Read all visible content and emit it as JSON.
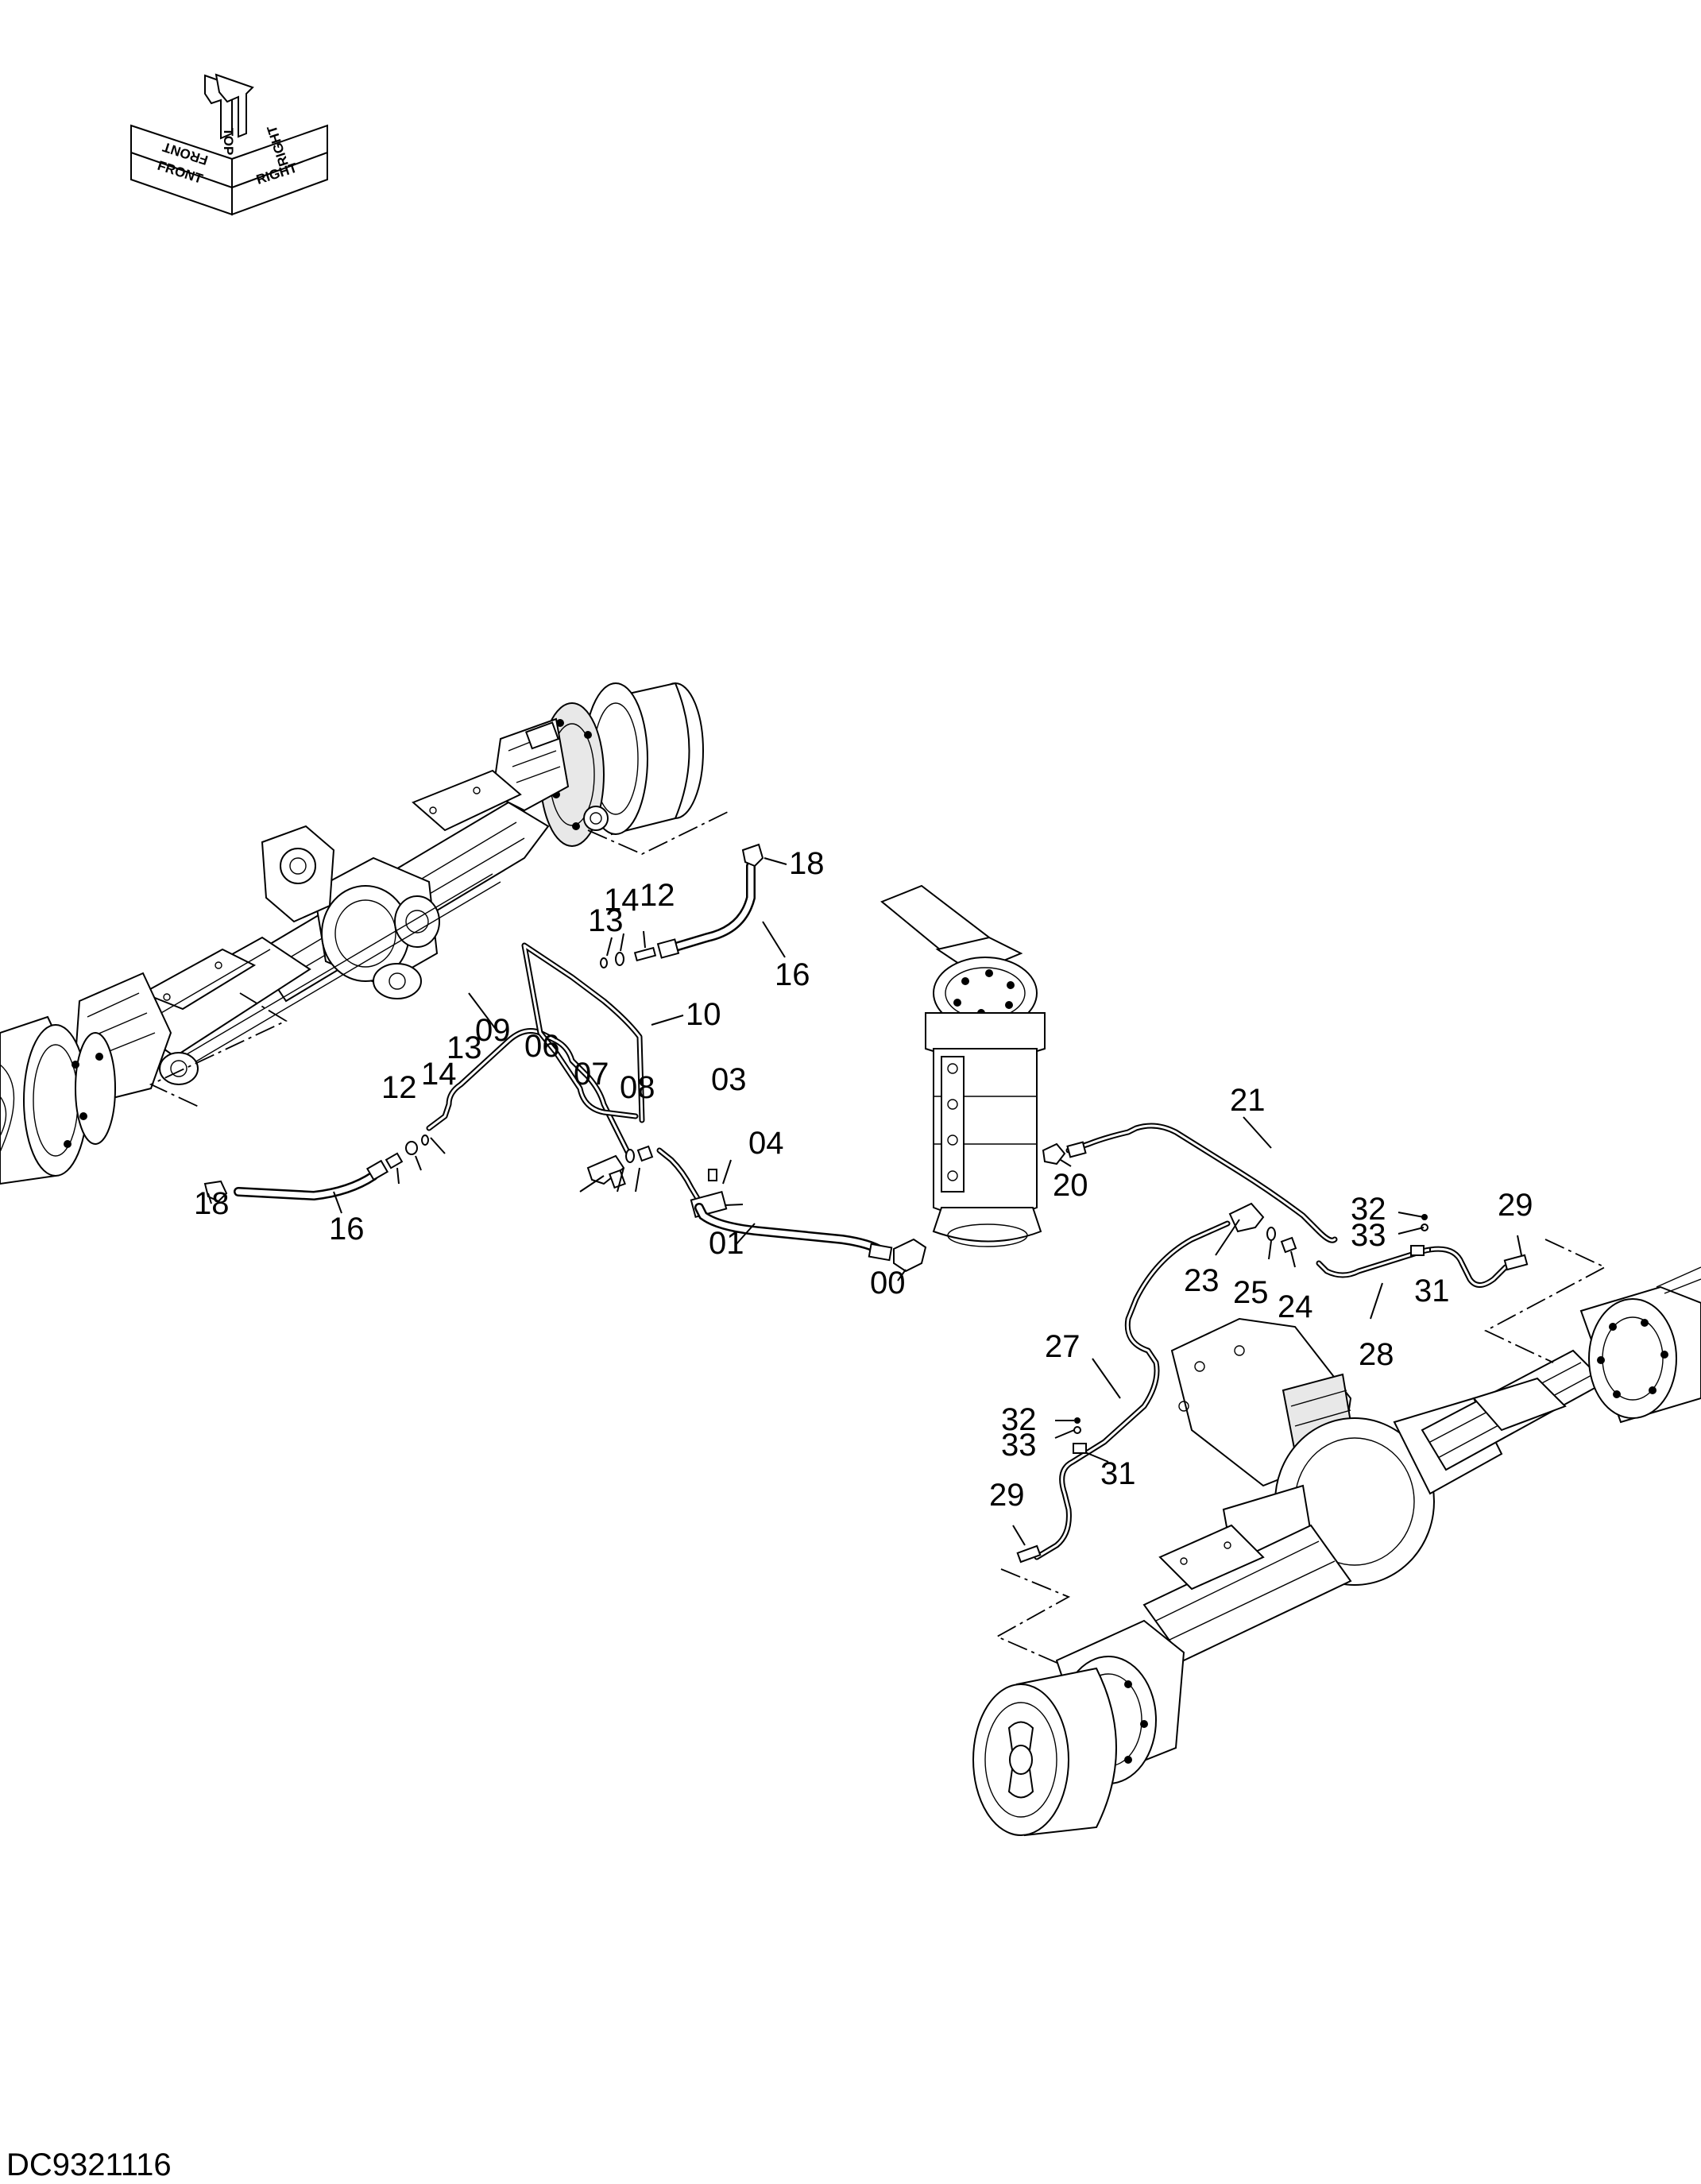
{
  "orientation_symbol": {
    "labels": {
      "front": "FRONT",
      "front_mirrored": "FRONT",
      "top": "TOP",
      "right": "RIGHT",
      "right_mirrored": "RIGHT"
    }
  },
  "callouts": [
    {
      "id": "c-18a",
      "label": "18"
    },
    {
      "id": "c-16a",
      "label": "16"
    },
    {
      "id": "c-13a",
      "label": "13"
    },
    {
      "id": "c-14a",
      "label": "14"
    },
    {
      "id": "c-12a",
      "label": "12"
    },
    {
      "id": "c-10",
      "label": "10"
    },
    {
      "id": "c-09",
      "label": "09"
    },
    {
      "id": "c-13b",
      "label": "13"
    },
    {
      "id": "c-14b",
      "label": "14"
    },
    {
      "id": "c-12b",
      "label": "12"
    },
    {
      "id": "c-06",
      "label": "06"
    },
    {
      "id": "c-07",
      "label": "07"
    },
    {
      "id": "c-08",
      "label": "08"
    },
    {
      "id": "c-03",
      "label": "03"
    },
    {
      "id": "c-04",
      "label": "04"
    },
    {
      "id": "c-18b",
      "label": "18"
    },
    {
      "id": "c-16b",
      "label": "16"
    },
    {
      "id": "c-01",
      "label": "01"
    },
    {
      "id": "c-00",
      "label": "00"
    },
    {
      "id": "c-21",
      "label": "21"
    },
    {
      "id": "c-20",
      "label": "20"
    },
    {
      "id": "c-32a",
      "label": "32"
    },
    {
      "id": "c-33a",
      "label": "33"
    },
    {
      "id": "c-29a",
      "label": "29"
    },
    {
      "id": "c-23",
      "label": "23"
    },
    {
      "id": "c-25",
      "label": "25"
    },
    {
      "id": "c-24",
      "label": "24"
    },
    {
      "id": "c-31a",
      "label": "31"
    },
    {
      "id": "c-28",
      "label": "28"
    },
    {
      "id": "c-27",
      "label": "27"
    },
    {
      "id": "c-32b",
      "label": "32"
    },
    {
      "id": "c-33b",
      "label": "33"
    },
    {
      "id": "c-31b",
      "label": "31"
    },
    {
      "id": "c-29b",
      "label": "29"
    }
  ],
  "drawing_code": "DC9321116"
}
